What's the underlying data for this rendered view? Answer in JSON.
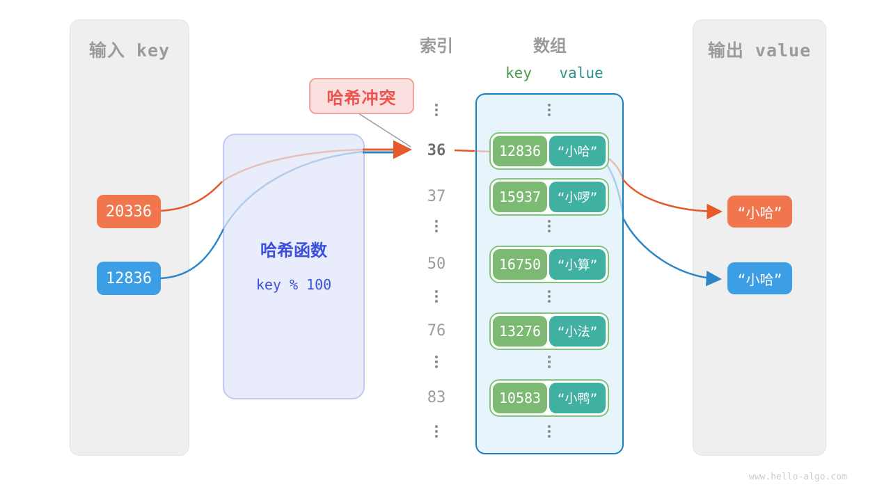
{
  "left_panel": {
    "title": "输入 key",
    "badges": [
      {
        "label": "20336",
        "color": "#f2764d"
      },
      {
        "label": "12836",
        "color": "#3c9ee4"
      }
    ]
  },
  "hash_function_box": {
    "title": "哈希函数",
    "formula": "key % 100"
  },
  "collision_badge": {
    "label": "哈希冲突"
  },
  "index_column": {
    "title": "索引",
    "highlighted_index": "36",
    "items": [
      "36",
      "37",
      "50",
      "76",
      "83"
    ]
  },
  "array_panel": {
    "title": "数组",
    "columns": {
      "key": "key",
      "value": "value"
    },
    "rows": [
      {
        "key": "12836",
        "value": "“小哈”"
      },
      {
        "key": "15937",
        "value": "“小啰”"
      },
      {
        "key": "16750",
        "value": "“小算”"
      },
      {
        "key": "13276",
        "value": "“小法”"
      },
      {
        "key": "10583",
        "value": "“小鸭”"
      }
    ]
  },
  "right_panel": {
    "title": "输出 value",
    "badges": [
      {
        "label": "“小哈”",
        "color": "#f2764d"
      },
      {
        "label": "“小哈”",
        "color": "#3c9ee4"
      }
    ]
  },
  "watermark": "www.hello-algo.com",
  "colors": {
    "orange_arrow": "#e5592b",
    "blue_arrow": "#2e86c8",
    "array_border": "#1b7ec5",
    "pair_border": "#7fc57b",
    "key_box": "#7cba74",
    "value_box": "#3fb0a1",
    "hash_box_bg": "#e9edfb",
    "hash_text": "#3c4fd9",
    "collision_text": "#ef534f",
    "panel_bg": "#efefef"
  }
}
